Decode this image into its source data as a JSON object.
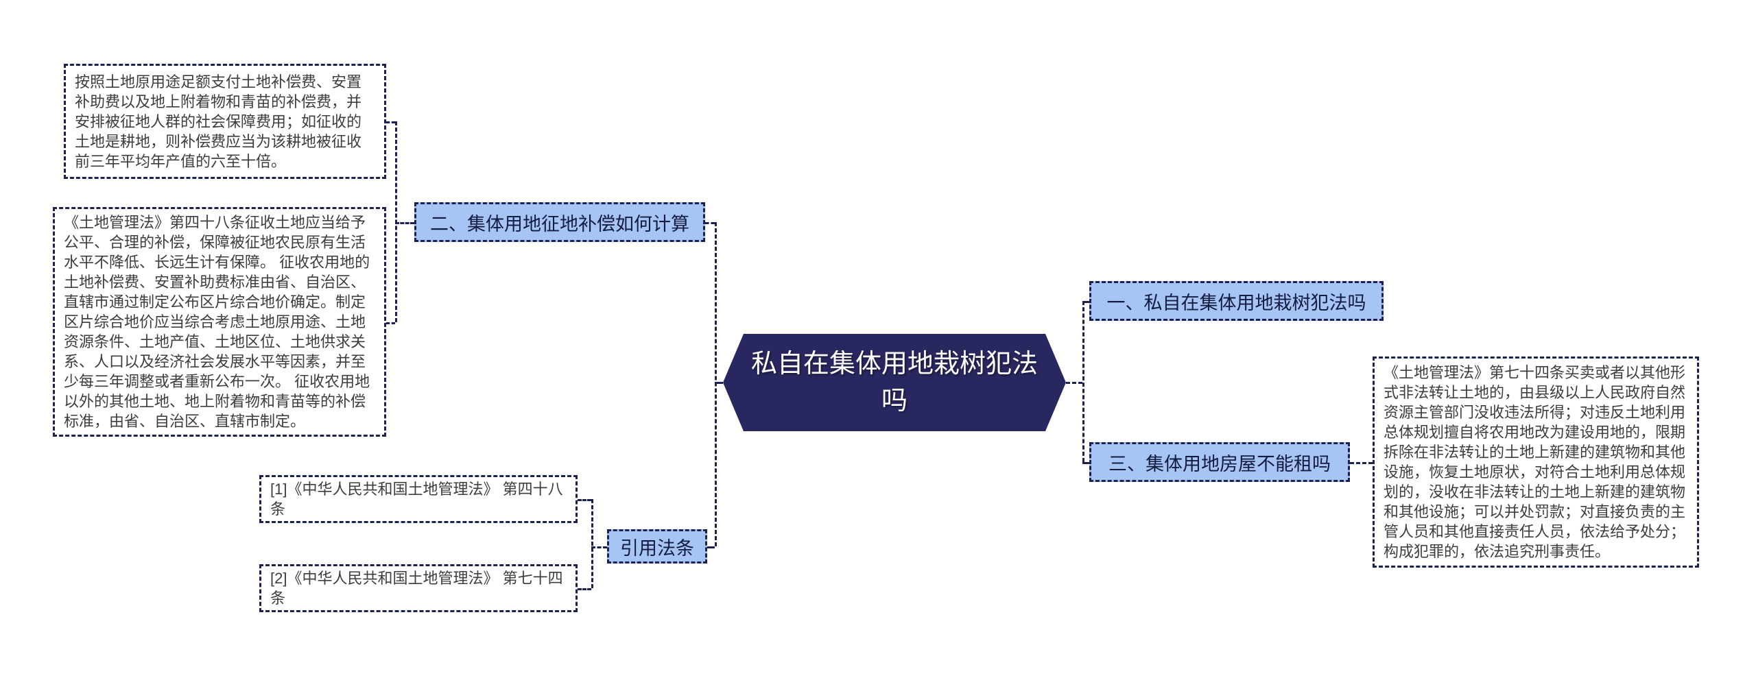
{
  "mindmap": {
    "root": {
      "label": "私自在集体用地栽树犯法吗"
    },
    "topics": [
      {
        "label": "一、私自在集体用地栽树犯法吗"
      },
      {
        "label": "二、集体用地征地补偿如何计算"
      },
      {
        "label": "三、集体用地房屋不能租吗"
      },
      {
        "label": "引用法条"
      }
    ],
    "notes": {
      "compensation_payment": "按照土地原用途足额支付土地补偿费、安置补助费以及地上附着物和青苗的补偿费，并安排被征地人群的社会保障费用；如征收的土地是耕地，则补偿费应当为该耕地被征收前三年平均年产值的六至十倍。",
      "law_article_48": "《土地管理法》第四十八条征收土地应当给予公平、合理的补偿，保障被征地农民原有生活水平不降低、长远生计有保障。 征收农用地的土地补偿费、安置补助费标准由省、自治区、直辖市通过制定公布区片综合地价确定。制定区片综合地价应当综合考虑土地原用途、土地资源条件、土地产值、土地区位、土地供求关系、人口以及经济社会发展水平等因素，并至少每三年调整或者重新公布一次。 征收农用地以外的其他土地、地上附着物和青苗等的补偿标准，由省、自治区、直辖市制定。",
      "law_article_74": "《土地管理法》第七十四条买卖或者以其他形式非法转让土地的，由县级以上人民政府自然资源主管部门没收违法所得；对违反土地利用总体规划擅自将农用地改为建设用地的，限期拆除在非法转让的土地上新建的建筑物和其他设施，恢复土地原状，对符合土地利用总体规划的，没收在非法转让的土地上新建的建筑物和其他设施；可以并处罚款；对直接负责的主管人员和其他直接责任人员，依法给予处分；构成犯罪的，依法追究刑事责任。",
      "citation_1": "[1]《中华人民共和国土地管理法》 第四十八条",
      "citation_2": "[2]《中华人民共和国土地管理法》 第七十四条"
    },
    "colors": {
      "root_fill": "#28275f",
      "root_text": "#ffffff",
      "topic_fill": "#a6c4f4",
      "topic_text": "#131b40",
      "connector": "#1c2150",
      "note_text": "#3d3d3d",
      "canvas_background": "#ffffff"
    }
  }
}
